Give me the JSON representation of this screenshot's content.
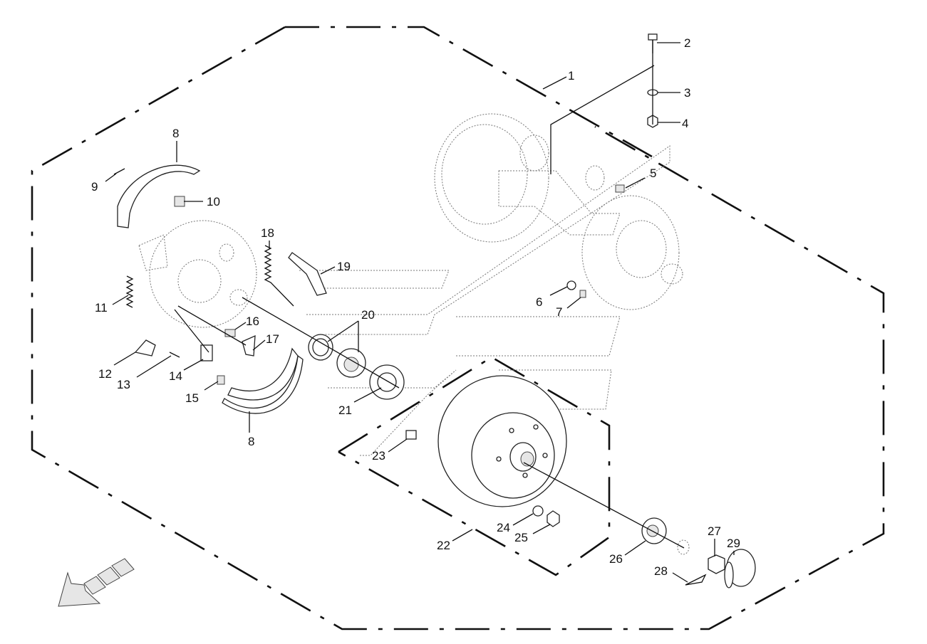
{
  "callouts": {
    "c1": "1",
    "c2": "2",
    "c3": "3",
    "c4": "4",
    "c5": "5",
    "c6": "6",
    "c7": "7",
    "c8a": "8",
    "c8b": "8",
    "c9": "9",
    "c10": "10",
    "c11": "11",
    "c12": "12",
    "c13": "13",
    "c14": "14",
    "c15": "15",
    "c16": "16",
    "c17": "17",
    "c18": "18",
    "c19": "19",
    "c20": "20",
    "c21": "21",
    "c22": "22",
    "c23": "23",
    "c24": "24",
    "c25": "25",
    "c26": "26",
    "c27": "27",
    "c28": "28",
    "c29": "29"
  },
  "icons": {
    "orientation_arrow": "front-direction-arrow-icon"
  },
  "colors": {
    "line": "#111111",
    "ghost": "#777777",
    "fill": "#e6e6e6"
  }
}
